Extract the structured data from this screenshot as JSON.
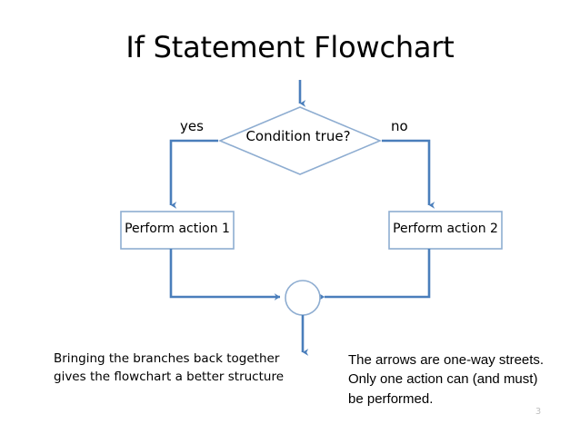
{
  "slide": {
    "title": "If Statement Flowchart",
    "slide_number": "3",
    "background_color": "#ffffff"
  },
  "colors": {
    "connector": "#4a7ebb",
    "shape_border": "#8eadd1",
    "shape_fill": "#ffffff",
    "text": "#000000",
    "slide_number": "#bfbfbf"
  },
  "flowchart": {
    "decision": {
      "label": "Condition true?",
      "shape": "diamond"
    },
    "branch_labels": {
      "yes": "yes",
      "no": "no"
    },
    "actions": [
      {
        "label": "Perform action 1",
        "shape": "rectangle",
        "branch": "yes"
      },
      {
        "label": "Perform action 2",
        "shape": "rectangle",
        "branch": "no"
      }
    ],
    "merge": {
      "label": "",
      "shape": "circle"
    },
    "connectors": [
      {
        "name": "entry-arrow",
        "from": "top",
        "to": "decision"
      },
      {
        "name": "yes-branch",
        "from": "decision",
        "to": "action-1"
      },
      {
        "name": "no-branch",
        "from": "decision",
        "to": "action-2"
      },
      {
        "name": "action-1-to-merge",
        "from": "action-1",
        "to": "merge"
      },
      {
        "name": "action-2-to-merge",
        "from": "action-2",
        "to": "merge"
      },
      {
        "name": "exit-arrow",
        "from": "merge",
        "to": "bottom"
      }
    ]
  },
  "notes": {
    "left": "Bringing the branches back together\ngives the flowchart a better structure",
    "right": "The arrows are one-way streets.\nOnly one action can (and must)\nbe performed."
  }
}
